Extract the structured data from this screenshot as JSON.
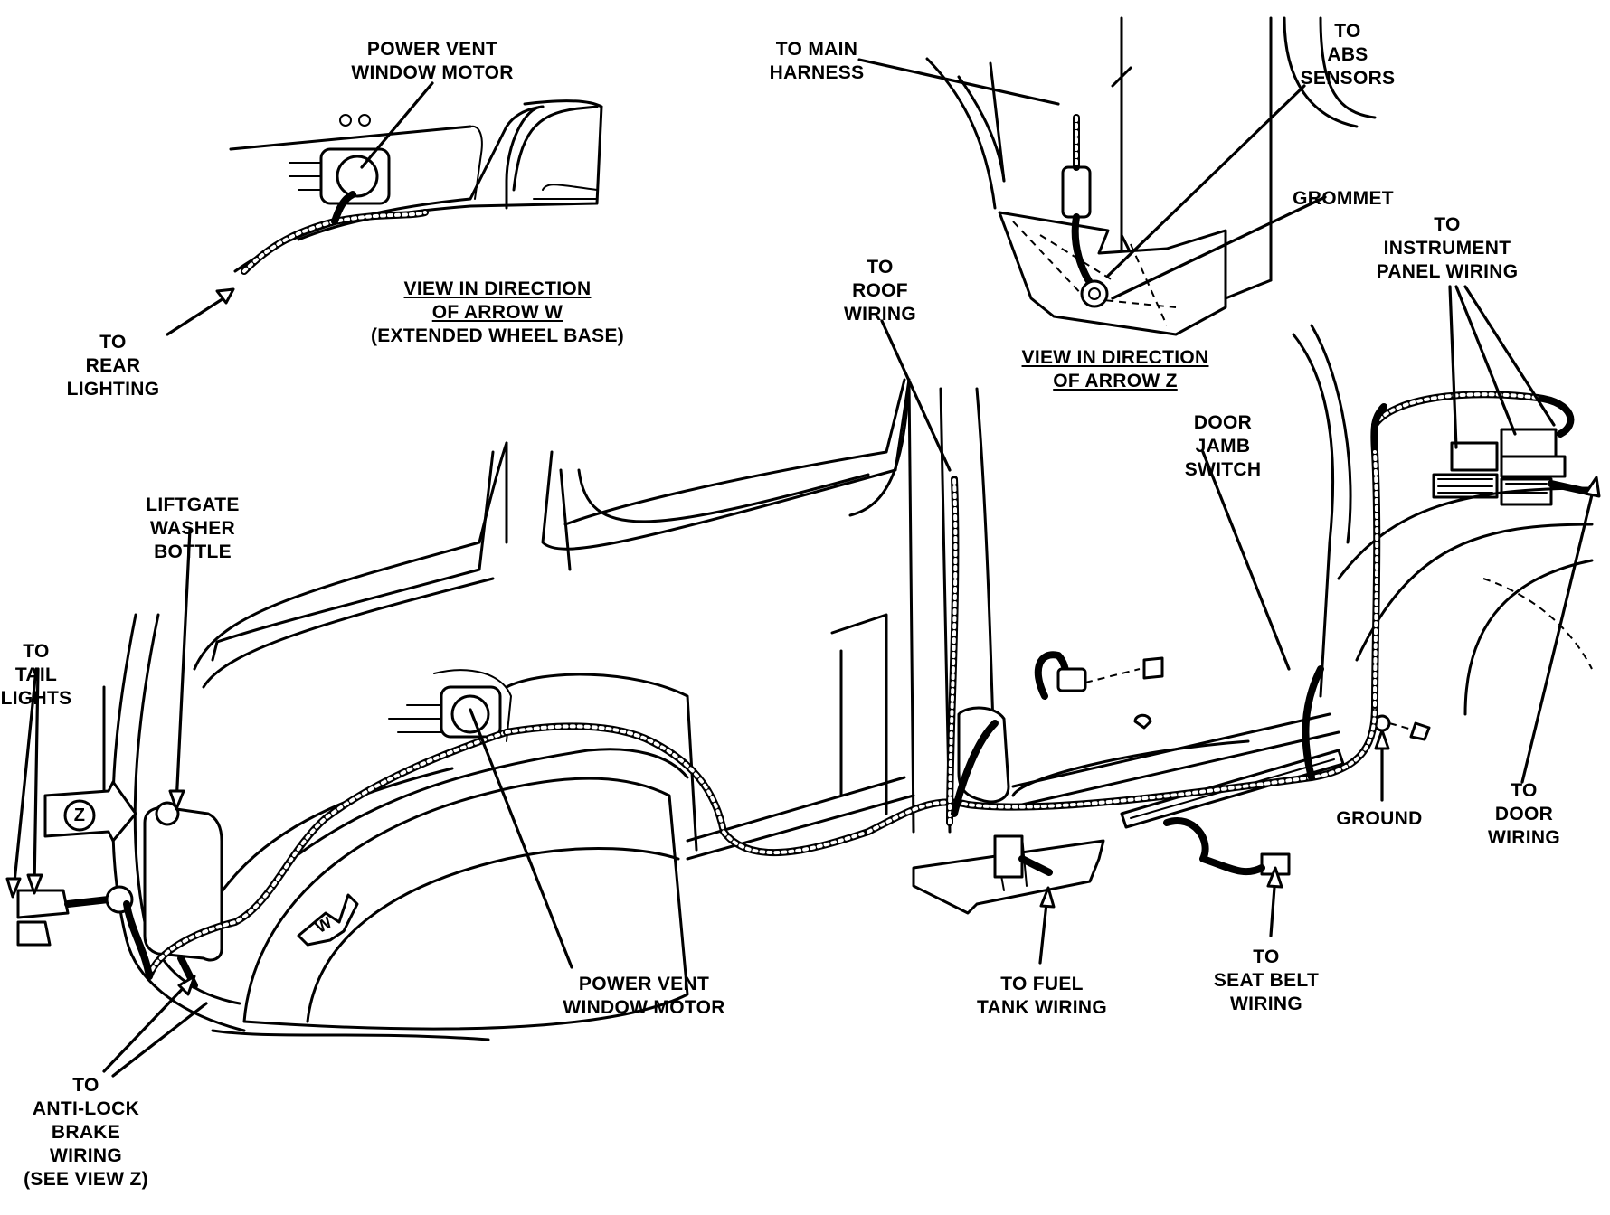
{
  "diagram": {
    "labels": {
      "power_vent_motor_top": [
        "POWER VENT",
        "WINDOW MOTOR"
      ],
      "rear_lighting": [
        "TO",
        "REAR",
        "LIGHTING"
      ],
      "view_w": [
        "VIEW IN DIRECTION",
        "OF ARROW W",
        "(EXTENDED WHEEL BASE)"
      ],
      "main_harness": [
        "TO MAIN",
        "HARNESS"
      ],
      "abs_sensors": [
        "TO",
        "ABS",
        "SENSORS"
      ],
      "grommet": [
        "GROMMET"
      ],
      "instrument_panel": [
        "TO",
        "INSTRUMENT",
        "PANEL WIRING"
      ],
      "roof_wiring": [
        "TO",
        "ROOF",
        "WIRING"
      ],
      "view_z": [
        "VIEW IN DIRECTION",
        "OF ARROW Z"
      ],
      "door_jamb": [
        "DOOR",
        "JAMB",
        "SWITCH"
      ],
      "liftgate_washer": [
        "LIFTGATE",
        "WASHER",
        "BOTTLE"
      ],
      "tail_lights": [
        "TO",
        "TAIL",
        "LIGHTS"
      ],
      "ground": [
        "GROUND"
      ],
      "door_wiring": [
        "TO",
        "DOOR",
        "WIRING"
      ],
      "power_vent_motor_bottom": [
        "POWER VENT",
        "WINDOW MOTOR"
      ],
      "fuel_tank": [
        "TO FUEL",
        "TANK WIRING"
      ],
      "seat_belt": [
        "TO",
        "SEAT BELT",
        "WIRING"
      ],
      "anti_lock": [
        "TO",
        "ANTI-LOCK",
        "BRAKE",
        "WIRING",
        "(SEE VIEW Z)"
      ]
    },
    "markers": {
      "arrow_z": "Z",
      "arrow_w": "W"
    }
  }
}
